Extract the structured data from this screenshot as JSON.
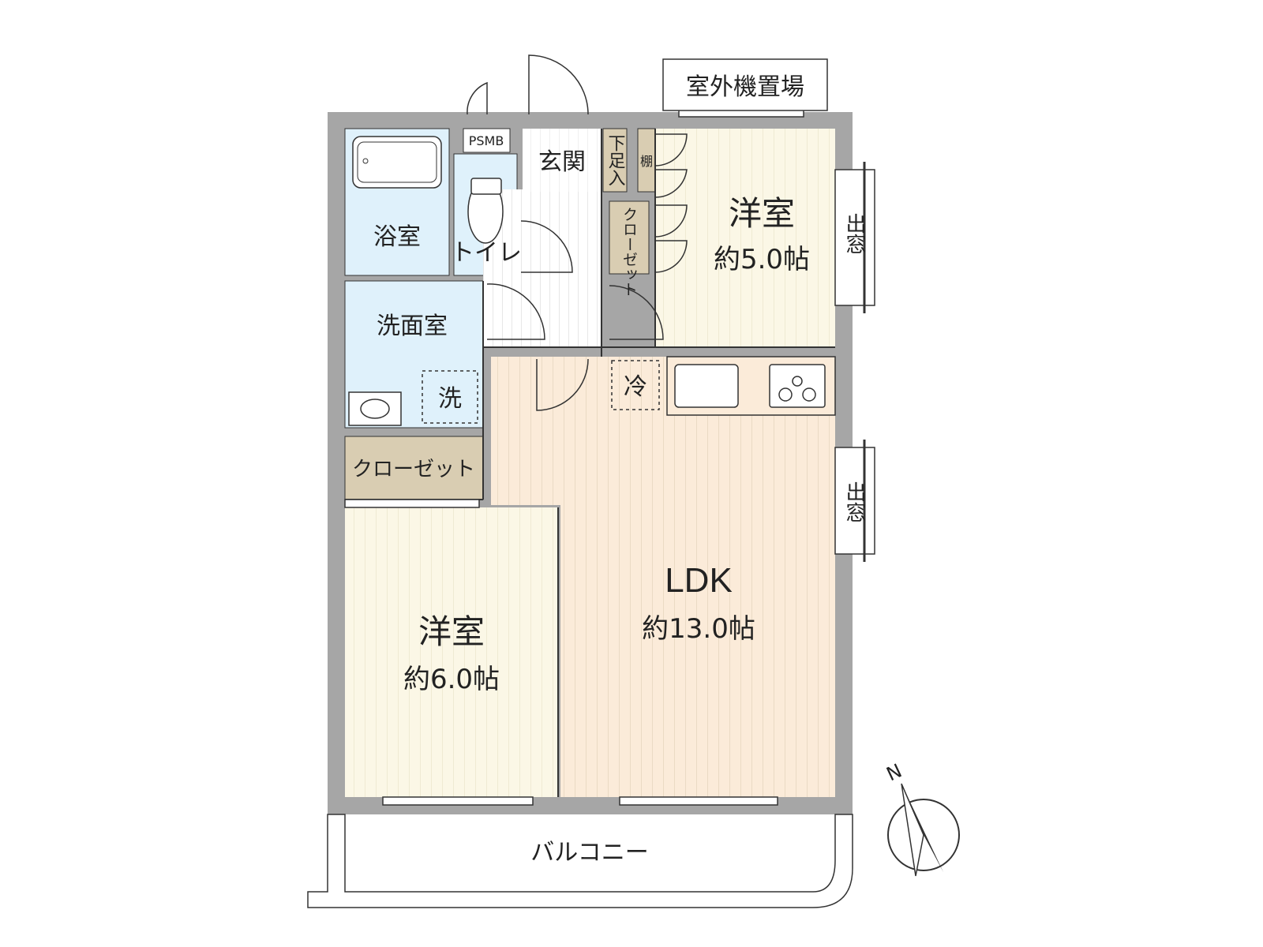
{
  "colors": {
    "wall": "#a6a6a6",
    "wet_room": "#dff1fb",
    "closet": "#d9cdb2",
    "bedroom_floor": "#fbf7e6",
    "ldk_floor": "#fbebd9",
    "entrance": "#ffffff",
    "line": "#333333"
  },
  "rooms": {
    "outdoor_unit": "室外機置場",
    "psmb": "PSMB",
    "entrance": "玄関",
    "shoe_box": "下足入",
    "shelf": "棚",
    "bedroom_north": {
      "name": "洋室",
      "area": "約5.0帖"
    },
    "bay_window_1": "出窓",
    "bay_window_2": "出窓",
    "bath": "浴室",
    "toilet": "トイレ",
    "closet_small": "クローゼット",
    "washroom": "洗面室",
    "washer": "洗",
    "fridge": "冷",
    "closet": "クローゼット",
    "bedroom_west": {
      "name": "洋室",
      "area": "約6.0帖"
    },
    "ldk": {
      "name": "LDK",
      "area": "約13.0帖"
    },
    "balcony": "バルコニー"
  },
  "compass": {
    "north": "N"
  }
}
